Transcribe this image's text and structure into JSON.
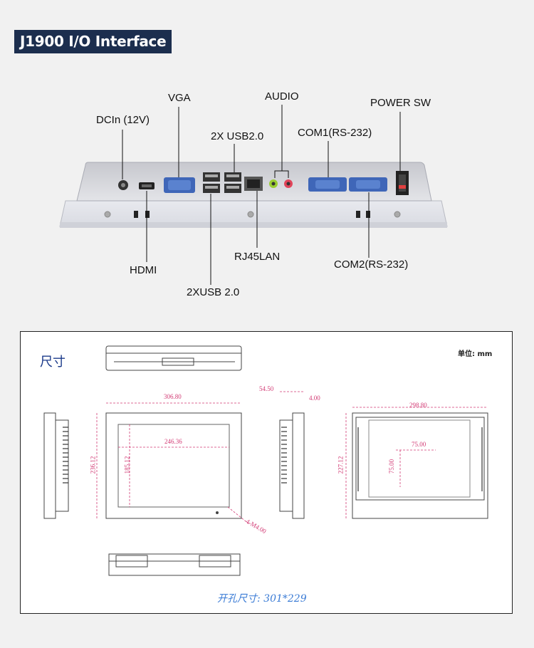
{
  "title": "J1900 I/O Interface",
  "ports": {
    "dcin": "DCIn (12V)",
    "vga": "VGA",
    "usb_top": "2X USB2.0",
    "audio": "AUDIO",
    "com1": "COM1(RS-232)",
    "power": "POWER SW",
    "hdmi": "HDMI",
    "usb_bottom": "2XUSB 2.0",
    "rj45": "RJ45LAN",
    "com2": "COM2(RS-232)"
  },
  "dimensions": {
    "heading": "尺寸",
    "unit": "单位: mm",
    "front_width": "306.80",
    "front_height": "236.12",
    "display_width": "246.36",
    "display_height": "185.12",
    "screws": "4-M4.00",
    "depth": "54.50",
    "bezel": "4.00",
    "back_width": "298.80",
    "back_height": "227.12",
    "vesa_h": "75.00",
    "vesa_v": "75.00",
    "cutout": "开孔尺寸: 301*229"
  },
  "colors": {
    "badge": "#1c2e4e",
    "dimension": "#d23a74",
    "heading": "#1b3a8a",
    "cutout": "#3a7bd5"
  }
}
